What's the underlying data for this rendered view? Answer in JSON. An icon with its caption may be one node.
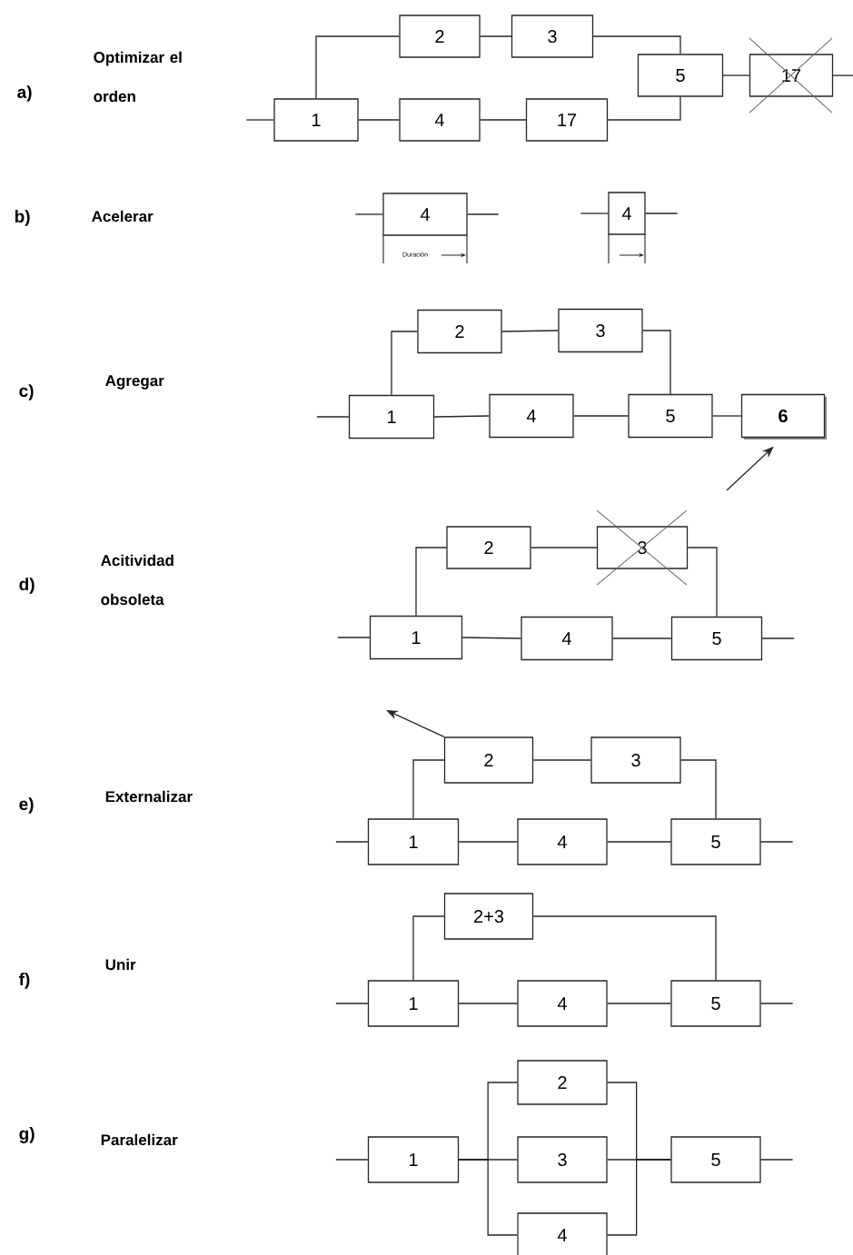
{
  "diagram": {
    "nodes": [
      {
        "text": [
          "2"
        ]
      },
      {
        "text": [
          "3"
        ]
      },
      {
        "text": [
          "5"
        ]
      },
      {
        "text": [
          "17"
        ]
      },
      {
        "text": [
          "1"
        ]
      },
      {
        "text": [
          "4"
        ]
      },
      {
        "text": [
          "17"
        ]
      },
      {
        "text": [
          "4"
        ]
      },
      {
        "text": [
          "4"
        ]
      },
      {
        "text": [
          "2"
        ]
      },
      {
        "text": [
          "3"
        ]
      },
      {
        "text": [
          "1"
        ]
      },
      {
        "text": [
          "4"
        ]
      },
      {
        "text": [
          "5"
        ]
      },
      {
        "text": [
          "6"
        ]
      },
      {
        "text": [
          "2"
        ]
      },
      {
        "text": [
          "3"
        ]
      },
      {
        "text": [
          "1"
        ]
      },
      {
        "text": [
          "4"
        ]
      },
      {
        "text": [
          "5"
        ]
      },
      {
        "text": [
          "2"
        ]
      },
      {
        "text": [
          "3"
        ]
      },
      {
        "text": [
          "1"
        ]
      },
      {
        "text": [
          "4"
        ]
      },
      {
        "text": [
          "5"
        ]
      },
      {
        "text": [
          "2+3"
        ]
      },
      {
        "text": [
          "1"
        ]
      },
      {
        "text": [
          "4"
        ]
      },
      {
        "text": [
          "5"
        ]
      },
      {
        "text": [
          "2"
        ]
      },
      {
        "text": [
          "1"
        ]
      },
      {
        "text": [
          "3"
        ]
      },
      {
        "text": [
          "5"
        ]
      },
      {
        "text": [
          "4"
        ]
      }
    ],
    "edges": [
      {
        "from": null,
        "to": 4,
        "arrow": "none"
      },
      {
        "from": 4,
        "to": 0,
        "arrow": "none"
      },
      {
        "from": 0,
        "to": 1,
        "arrow": "none"
      },
      {
        "from": 1,
        "to": 2,
        "arrow": "none"
      },
      {
        "from": 4,
        "to": 5,
        "arrow": "none"
      },
      {
        "from": 5,
        "to": 6,
        "arrow": "none"
      },
      {
        "from": 6,
        "to": 2,
        "arrow": "none"
      },
      {
        "from": 2,
        "to": 3,
        "arrow": "none"
      },
      {
        "from": 3,
        "to": null,
        "arrow": "none"
      },
      {
        "from": null,
        "to": 7,
        "arrow": "none"
      },
      {
        "from": 7,
        "to": null,
        "arrow": "none"
      },
      {
        "from": null,
        "to": 8,
        "arrow": "none"
      },
      {
        "from": 8,
        "to": null,
        "arrow": "none"
      },
      {
        "from": null,
        "to": 11,
        "arrow": "none"
      },
      {
        "from": 11,
        "to": 9,
        "arrow": "none"
      },
      {
        "from": 9,
        "to": 10,
        "arrow": "none"
      },
      {
        "from": 10,
        "to": 13,
        "arrow": "none"
      },
      {
        "from": 11,
        "to": 12,
        "arrow": "none"
      },
      {
        "from": 12,
        "to": 13,
        "arrow": "none"
      },
      {
        "from": 13,
        "to": 14,
        "arrow": "none"
      },
      {
        "from": null,
        "to": 14,
        "arrow": "to"
      },
      {
        "from": null,
        "to": 17,
        "arrow": "none"
      },
      {
        "from": 17,
        "to": 15,
        "arrow": "none"
      },
      {
        "from": 15,
        "to": 16,
        "arrow": "none"
      },
      {
        "from": 16,
        "to": 19,
        "arrow": "none"
      },
      {
        "from": 17,
        "to": 18,
        "arrow": "none"
      },
      {
        "from": 18,
        "to": 19,
        "arrow": "none"
      },
      {
        "from": 19,
        "to": null,
        "arrow": "none"
      },
      {
        "from": null,
        "to": 22,
        "arrow": "none"
      },
      {
        "from": 22,
        "to": 20,
        "arrow": "none"
      },
      {
        "from": 20,
        "to": 21,
        "arrow": "none"
      },
      {
        "from": 21,
        "to": 24,
        "arrow": "none"
      },
      {
        "from": 22,
        "to": 23,
        "arrow": "none"
      },
      {
        "from": 23,
        "to": 24,
        "arrow": "none"
      },
      {
        "from": 24,
        "to": null,
        "arrow": "none"
      },
      {
        "from": 20,
        "to": null,
        "arrow": "to"
      },
      {
        "from": null,
        "to": 26,
        "arrow": "none"
      },
      {
        "from": 26,
        "to": 25,
        "arrow": "none"
      },
      {
        "from": 25,
        "to": 28,
        "arrow": "none"
      },
      {
        "from": 26,
        "to": 27,
        "arrow": "none"
      },
      {
        "from": 27,
        "to": 28,
        "arrow": "none"
      },
      {
        "from": 28,
        "to": null,
        "arrow": "none"
      },
      {
        "from": null,
        "to": 30,
        "arrow": "none"
      },
      {
        "from": 30,
        "to": 29,
        "arrow": "none"
      },
      {
        "from": 30,
        "to": 31,
        "arrow": "none"
      },
      {
        "from": 30,
        "to": 33,
        "arrow": "none"
      },
      {
        "from": 29,
        "to": 32,
        "arrow": "none"
      },
      {
        "from": 31,
        "to": 32,
        "arrow": "none"
      },
      {
        "from": 33,
        "to": 32,
        "arrow": "none"
      },
      {
        "from": 32,
        "to": null,
        "arrow": "none"
      }
    ],
    "labels": [
      "a)",
      "Optimizar el orden",
      "b)",
      "Acelerar",
      "Duración",
      "c)",
      "Agregar",
      "d)",
      "Acitividad obsoleta",
      "e)",
      "Externalizar",
      "f)",
      "Unir",
      "g)",
      "Paralelizar"
    ]
  }
}
